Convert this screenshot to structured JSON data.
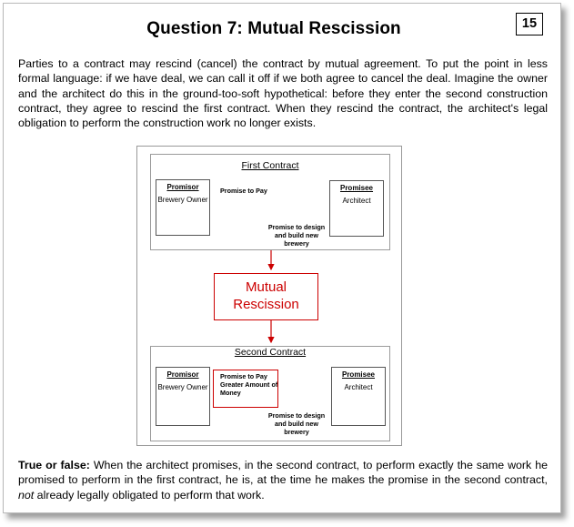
{
  "page": {
    "title": "Question 7:  Mutual Rescission",
    "number": "15"
  },
  "intro": "Parties to a contract may rescind (cancel) the contract by mutual agreement. To put the point in less formal language: if we have deal, we can call it off if we both agree to cancel the deal. Imagine the owner and the architect do this in the ground-too-soft hypothetical: before they enter the second construction contract, they agree to rescind the first contract.  When they rescind the contract, the architect's legal obligation to perform the construction work no longer exists.",
  "diagram": {
    "first_contract": {
      "title": "First Contract",
      "promisor_title": "Promisor",
      "promisor_name": "Brewery Owner",
      "promisee_title": "Promisee",
      "promisee_name": "Architect",
      "promise_pay": "Promise to Pay",
      "promise_design": "Promise to design and build new brewery"
    },
    "mutual_rescission": "Mutual Rescission",
    "second_contract": {
      "title": "Second Contract",
      "promisor_title": "Promisor",
      "promisor_name": "Brewery Owner",
      "promisee_title": "Promisee",
      "promisee_name": "Architect",
      "promise_pay": "Promise to Pay Greater Amount of Money",
      "promise_design": "Promise to design and build new brewery"
    }
  },
  "question": {
    "lead": "True or false:",
    "text_before": " When the architect promises, in the second contract, to perform exactly the same work he promised to perform in the first contract, he is, at the time he makes the promise in the second contract, ",
    "emphasis": "not",
    "text_after": " already legally obligated to perform that work."
  },
  "colors": {
    "accent": "#cc0000",
    "text": "#000000"
  }
}
